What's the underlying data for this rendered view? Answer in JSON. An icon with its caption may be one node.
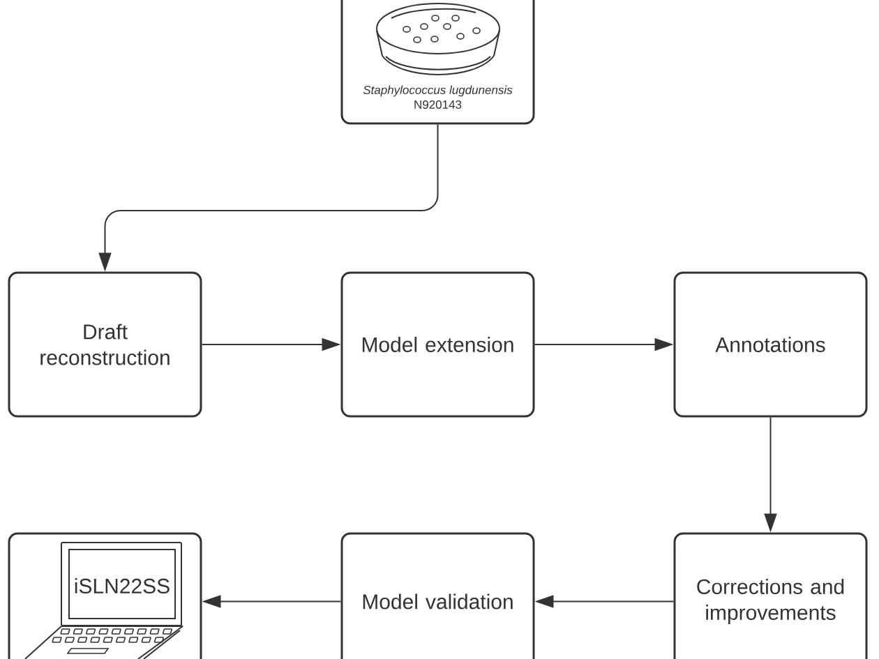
{
  "diagram": {
    "nodes": [
      {
        "text": [
          "Staphylococcus lugdunensis",
          "N920143"
        ]
      },
      {
        "text": [
          "Draft reconstruction"
        ]
      },
      {
        "text": [
          "Model extension"
        ]
      },
      {
        "text": [
          "Annotations"
        ]
      },
      {
        "text": [
          "Corrections and improvements"
        ]
      },
      {
        "text": [
          "Model validation"
        ]
      },
      {
        "text": [
          "iSLN22SS"
        ]
      }
    ],
    "edges": [
      {
        "from": 0,
        "to": 1,
        "arrow": "to"
      },
      {
        "from": 1,
        "to": 2,
        "arrow": "to"
      },
      {
        "from": 2,
        "to": 3,
        "arrow": "to"
      },
      {
        "from": 3,
        "to": 4,
        "arrow": "to"
      },
      {
        "from": 4,
        "to": 5,
        "arrow": "to"
      },
      {
        "from": 5,
        "to": 6,
        "arrow": "to"
      }
    ]
  }
}
